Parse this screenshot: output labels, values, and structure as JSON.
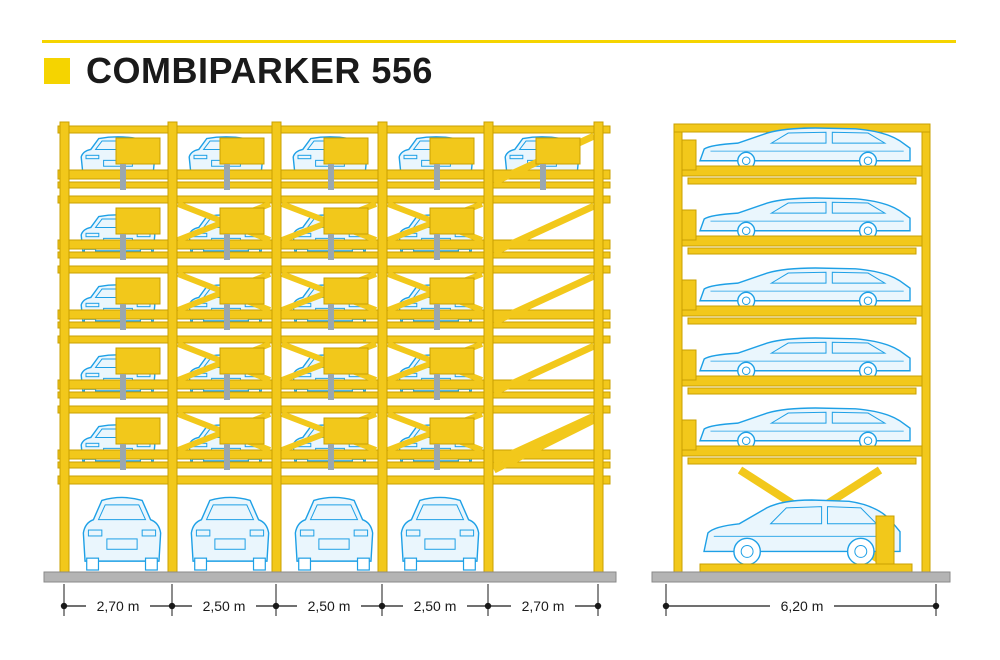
{
  "title": "COMBIPARKER 556",
  "colors": {
    "accent": "#f5d400",
    "frame": "#f2c81b",
    "frame_dark": "#c9a000",
    "car": "#1ea0e6",
    "ground": "#b4b4b4",
    "text": "#1a1a1a"
  },
  "front_view": {
    "parked_levels": 5,
    "columns": 5,
    "ground_cars": 4,
    "dimensions": [
      "2,70 m",
      "2,50 m",
      "2,50 m",
      "2,50 m",
      "2,70 m"
    ]
  },
  "side_view": {
    "platforms": 5,
    "dimension": "6,20 m"
  }
}
